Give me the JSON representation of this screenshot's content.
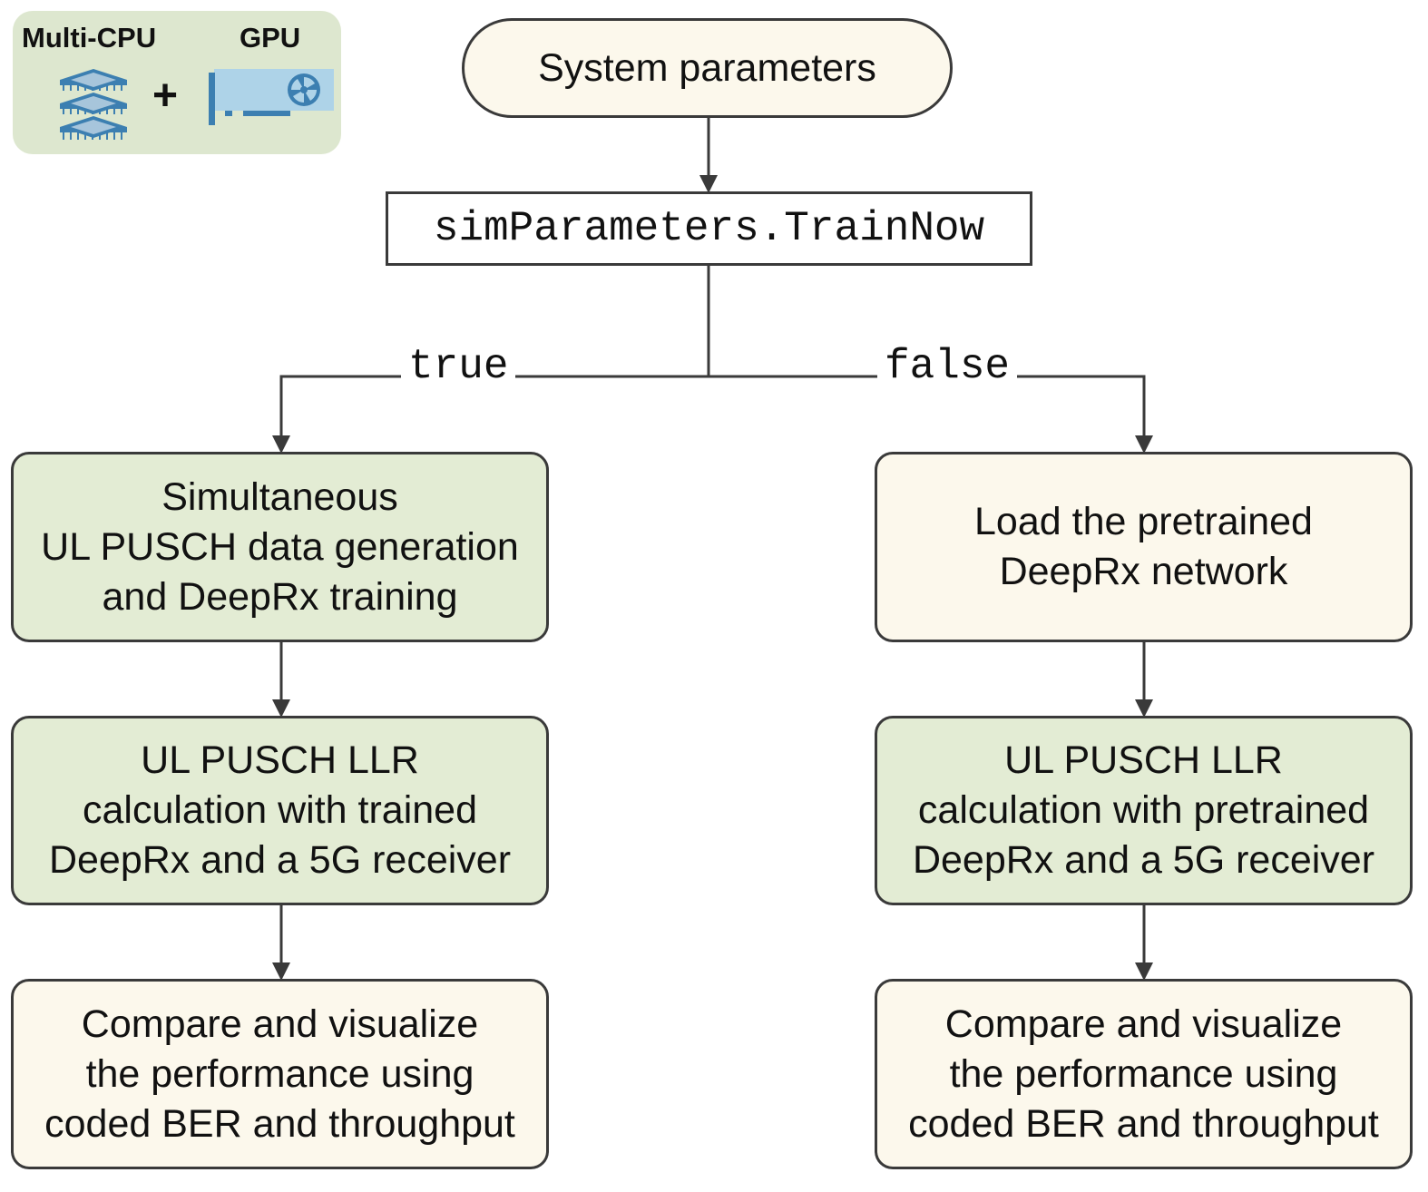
{
  "colors": {
    "green_fill": "#e3ecd4",
    "cream_fill": "#fcf8ec",
    "legend_fill": "#dde7cf",
    "stroke": "#3a3a3a",
    "chip_blue": "#3c7fb1",
    "gpu_light": "#aed3e8"
  },
  "legend": {
    "cpu_label": "Multi-CPU",
    "plus": "+",
    "gpu_label": "GPU",
    "icons": [
      "cpu-stack-icon",
      "gpu-card-icon"
    ]
  },
  "nodes": {
    "start": "System parameters",
    "decision": "simParameters.TrainNow",
    "left_1": "Simultaneous\nUL PUSCH data generation\nand DeepRx training",
    "left_2": "UL PUSCH LLR\ncalculation with trained\nDeepRx and a 5G receiver",
    "left_3": "Compare and visualize\nthe performance using\ncoded BER and throughput",
    "right_1": "Load the pretrained\nDeepRx network",
    "right_2": "UL PUSCH LLR\ncalculation with pretrained\nDeepRx and a 5G receiver",
    "right_3": "Compare and visualize\nthe performance using\ncoded BER and throughput"
  },
  "branches": {
    "true_label": "true",
    "false_label": "false"
  }
}
